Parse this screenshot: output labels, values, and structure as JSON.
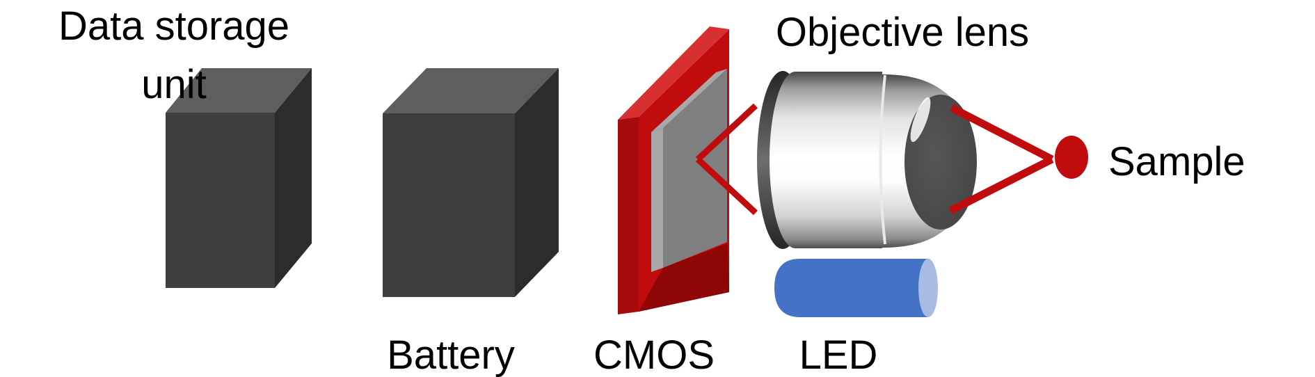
{
  "diagram": {
    "description": "Schematic of a portable lensless/compact microscope: data storage unit, battery, CMOS sensor, objective lens, LED illumination and sample focal point",
    "labels": {
      "data_storage_unit": "Data storage\nunit",
      "battery": "Battery",
      "cmos": "CMOS",
      "objective_lens": "Objective lens",
      "led": "LED",
      "sample": "Sample"
    },
    "colors": {
      "background": "#ffffff",
      "text": "#000000",
      "box_front": "#3e3e3e",
      "box_top": "#5e5e5e",
      "box_side": "#2c2c2c",
      "red_primary": "#c00c0c",
      "red_bright": "#d83030",
      "red_side": "#a80b0b",
      "red_dark": "#8f0606",
      "sensor_gray": "#7f7f7f",
      "sensor_gray_light": "#a8a8a8",
      "led_blue": "#4472c7",
      "led_cap_blue": "#a8bbe2"
    }
  }
}
